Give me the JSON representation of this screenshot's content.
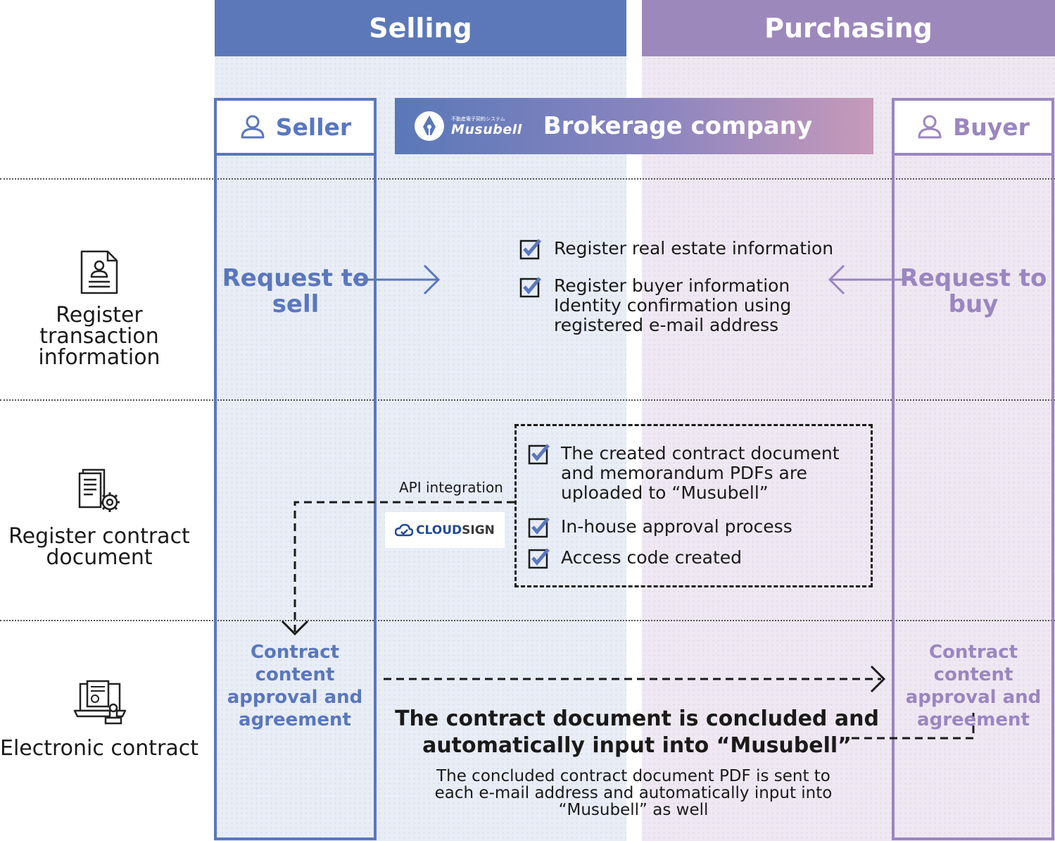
{
  "headers": {
    "selling": "Selling",
    "purchasing": "Purchasing"
  },
  "actors": {
    "seller": "Seller",
    "buyer": "Buyer",
    "broker": "Brokerage company",
    "logo_subtitle": "不動産電子契約システム",
    "logo_name": "Musubell"
  },
  "stages": [
    {
      "label": "Register transaction information",
      "icon": "document-person-icon"
    },
    {
      "label": "Register contract document",
      "icon": "document-gear-icon"
    },
    {
      "label": "Electronic contract",
      "icon": "laptop-contract-stamp-icon"
    }
  ],
  "stage1": {
    "request_sell": "Request to sell",
    "request_buy": "Request to buy",
    "items": [
      "Register real estate information",
      "Register buyer information Identity confirmation using registered e-mail address"
    ]
  },
  "stage2": {
    "api_label": "API integration",
    "cloudsign_main": "CLOUD",
    "cloudsign_sign": "SIGN",
    "items": [
      "The created contract document and memorandum PDFs are uploaded to “Musubell”",
      "In-house approval process",
      "Access code created"
    ]
  },
  "stage3": {
    "seller_label": "Contract content approval and agreement",
    "buyer_label": "Contract content approval and agreement",
    "conclusion_title": "The contract document is concluded and automatically input into “Musubell”",
    "conclusion_sub": "The concluded contract document PDF is sent to each e-mail address and automatically input into “Musubell” as well"
  },
  "colors": {
    "seller_blue": "#5a77bd",
    "buyer_purple": "#9a86c0",
    "selling_header": "#5c78b8",
    "purchasing_header": "#9d88bc"
  }
}
